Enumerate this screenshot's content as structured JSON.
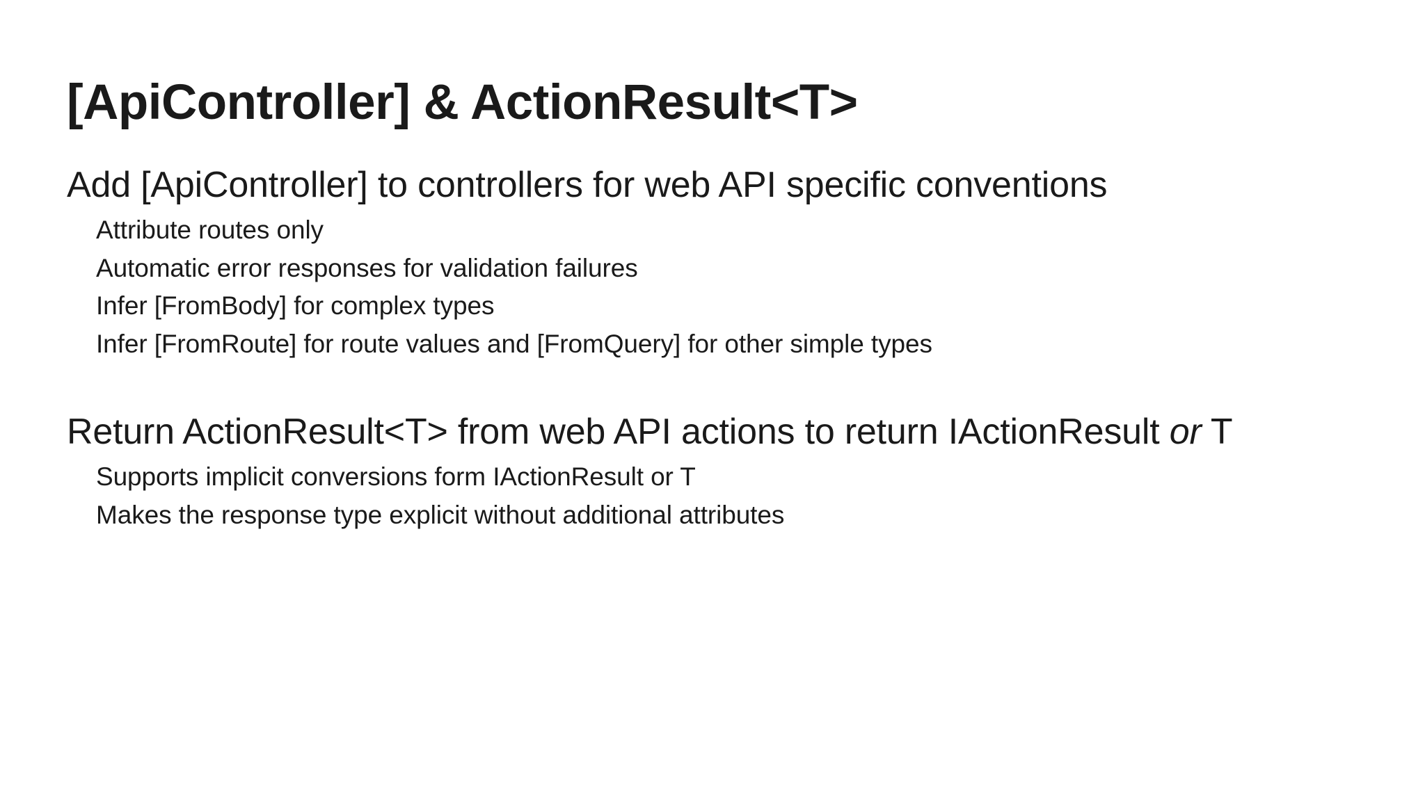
{
  "slide": {
    "title": "[ApiController] & ActionResult<T>",
    "background_color": "#ffffff",
    "text_color": "#1a1a1a",
    "groups": [
      {
        "heading": "Add [ApiController] to controllers for web API specific conventions",
        "items": [
          "Attribute routes only",
          "Automatic error responses for validation failures",
          "Infer [FromBody] for complex types",
          "Infer [FromRoute] for route values and [FromQuery] for other simple types"
        ]
      },
      {
        "heading_parts": {
          "before": "Return ActionResult<T> from web API actions to return IActionResult ",
          "emphasis": "or",
          "after": " T"
        },
        "items": [
          "Supports implicit conversions form IActionResult or T",
          "Makes the response type explicit without additional attributes"
        ]
      }
    ]
  }
}
